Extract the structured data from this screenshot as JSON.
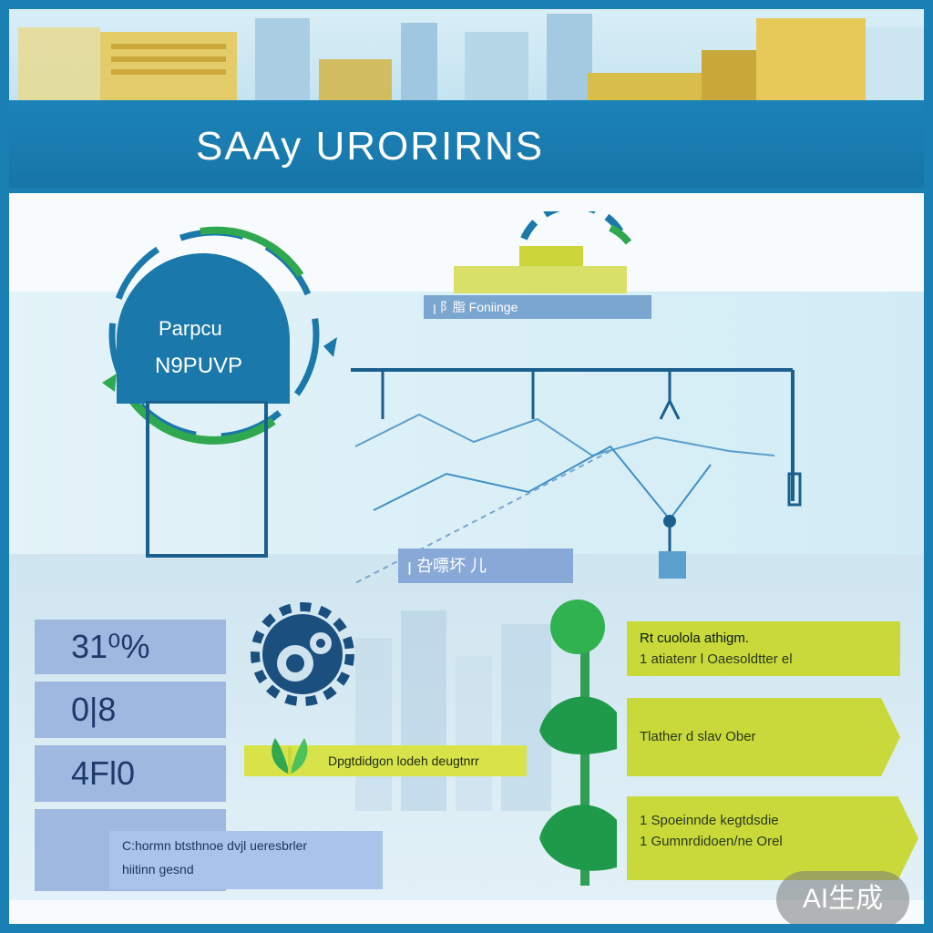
{
  "header": {
    "title": "SAAy URORIRNS"
  },
  "hub": {
    "line1": "Parpcu",
    "line2": "N9PUVP"
  },
  "top_tag": {
    "label": "ꞁ 阝脂 Foniinge"
  },
  "mid_tag": {
    "label": "ꞁ 叴嘌坏 ⼉"
  },
  "stats": [
    "31⁰%",
    "0|8",
    "4Fl0"
  ],
  "yellow_note": {
    "label": "Dpgtdidgon lodeh deugtnrr"
  },
  "blue_note": {
    "line1": "C:hormn btsthnoe dvjl ueresbrler",
    "line2": "hiitinn gesnd"
  },
  "right_boxes": [
    {
      "lines": [
        "Rt cuolola athigm.",
        "1 atiatenr l Oaesoldtter el"
      ]
    },
    {
      "lines": [
        "Tlather d slav Ober"
      ]
    },
    {
      "lines": [
        "1 Spoeinnde kegtdsdie",
        "1 Gumnrdidoen/ne Orel"
      ]
    }
  ],
  "badge": {
    "label": "AI生成"
  },
  "colors": {
    "primary_blue": "#1a7fb3",
    "lime": "#c9d93a",
    "green": "#2fa84f",
    "light_blue": "#9fb8df"
  }
}
